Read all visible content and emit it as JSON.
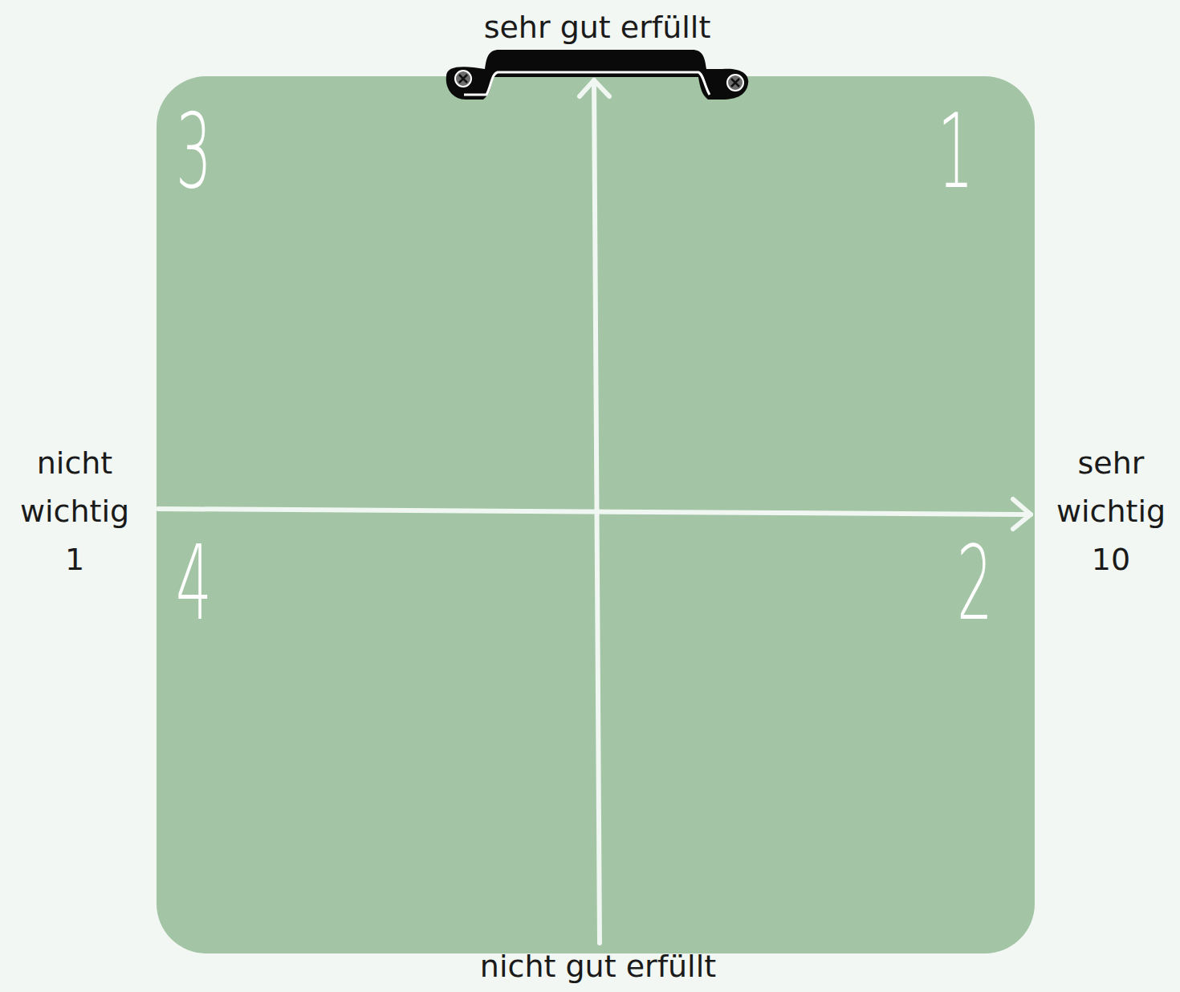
{
  "diagram": {
    "nodes": [
      {
        "text": [
          "3",
          "1",
          "4",
          "2"
        ]
      }
    ],
    "labels": [
      "sehr gut erfüllt",
      "nicht wichtig",
      "1",
      "sehr wichtig",
      "10",
      "nicht gut erfüllt"
    ]
  }
}
